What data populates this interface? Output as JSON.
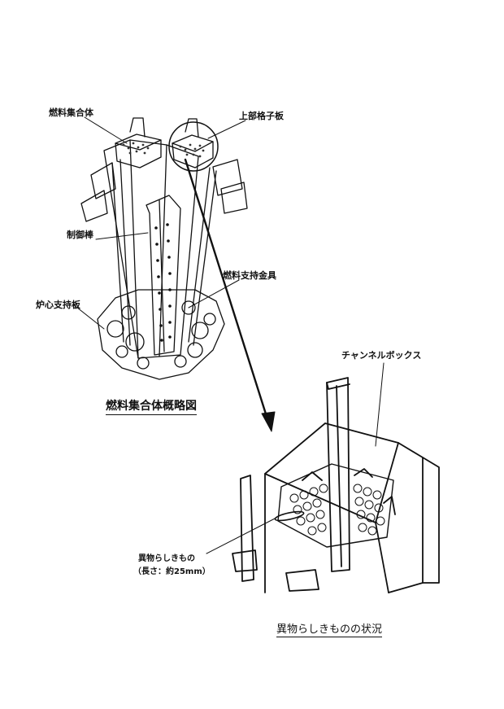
{
  "labels": {
    "fuel_assembly": "燃料集合体",
    "upper_grid_plate": "上部格子板",
    "control_rod": "制御棒",
    "fuel_support": "燃料支持金具",
    "core_support_plate": "炉心支持板",
    "channel_box": "チャンネルボックス",
    "foreign_object_line1": "異物らしきもの",
    "foreign_object_line2": "（長さ：約25mm）"
  },
  "captions": {
    "overview": "燃料集合体概略図",
    "detail": "異物らしきものの状況"
  }
}
